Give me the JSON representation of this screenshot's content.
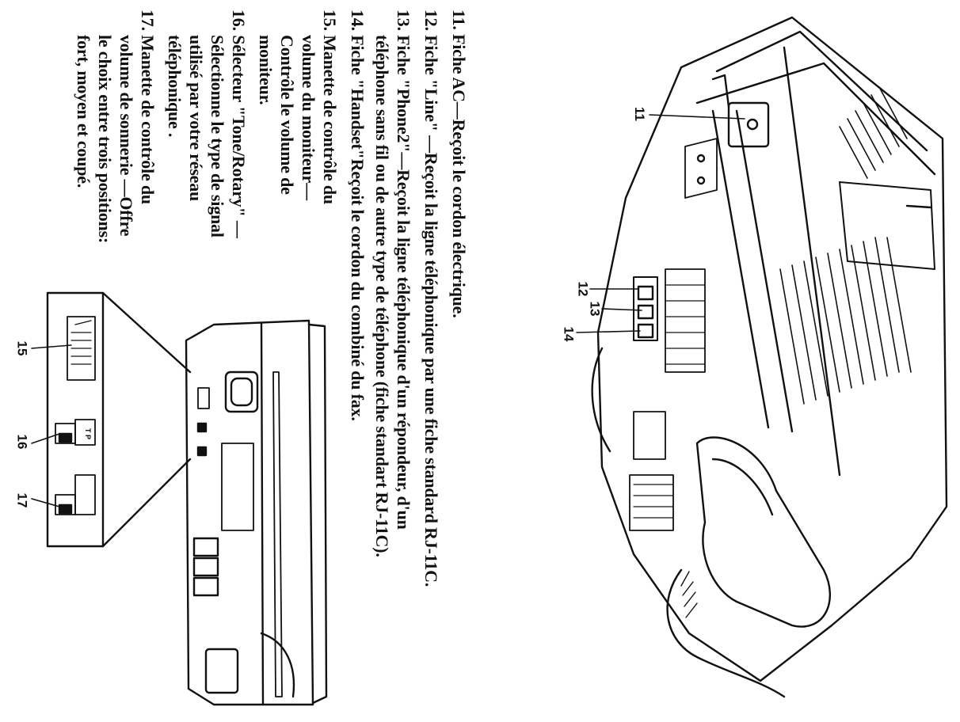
{
  "items": {
    "i11": {
      "lines": [
        "11. Fiche AC—Reçoit le cordon électrique."
      ]
    },
    "i12": {
      "lines": [
        "12. Fiche \"Line\" —Reçoit la ligne téléphonique par une fiche standard RJ-11C."
      ]
    },
    "i13": {
      "lines": [
        "13. Fiche \"Phone2\"—Reçoit la ligne téléphonique d'un répondeur, d'un",
        "téléphone sans fil ou de autre type de téléphone (fiche standart RJ-11C)."
      ]
    },
    "i14": {
      "lines": [
        "14. Fiche \"Handset\"Reçoit le cordon du combiné du fax."
      ]
    },
    "i15": {
      "lines": [
        "15. Manette de contrôle du",
        "volume du moniteur—",
        "Contrôle le volume de",
        "moniteur."
      ]
    },
    "i16": {
      "lines": [
        "16. Sélecteur \"Tone/Rotary\" —",
        "Sélectionne le type de signal",
        "utilisé par votre réseau",
        "téléphonique ."
      ]
    },
    "i17": {
      "lines": [
        "17. Manette de contrôle du",
        "volume de sonnerie —Offre",
        "le choix entre trois positions:",
        "fort, moyen et coupé."
      ]
    }
  },
  "callouts": [
    "11",
    "12",
    "13",
    "14",
    "15",
    "16",
    "17"
  ],
  "panel": {
    "switch_label": "T P"
  }
}
